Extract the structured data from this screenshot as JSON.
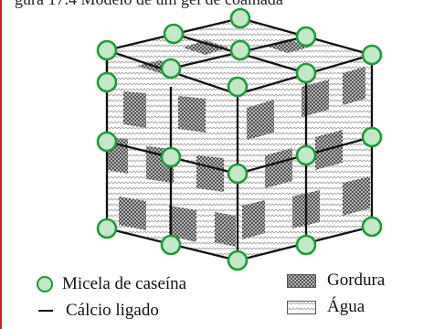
{
  "caption_fragment": "gura 17.4 Modelo de um gel de coalhada",
  "legend": {
    "micelle": "Micela de caseína",
    "calcium": "Cálcio ligado",
    "fat": "Gordura",
    "water": "Água"
  },
  "colors": {
    "accent_red": "#cc1f2a",
    "micelle_stroke": "#1f9a3a",
    "micelle_fill": "#c2e8c8",
    "line": "#111111"
  }
}
